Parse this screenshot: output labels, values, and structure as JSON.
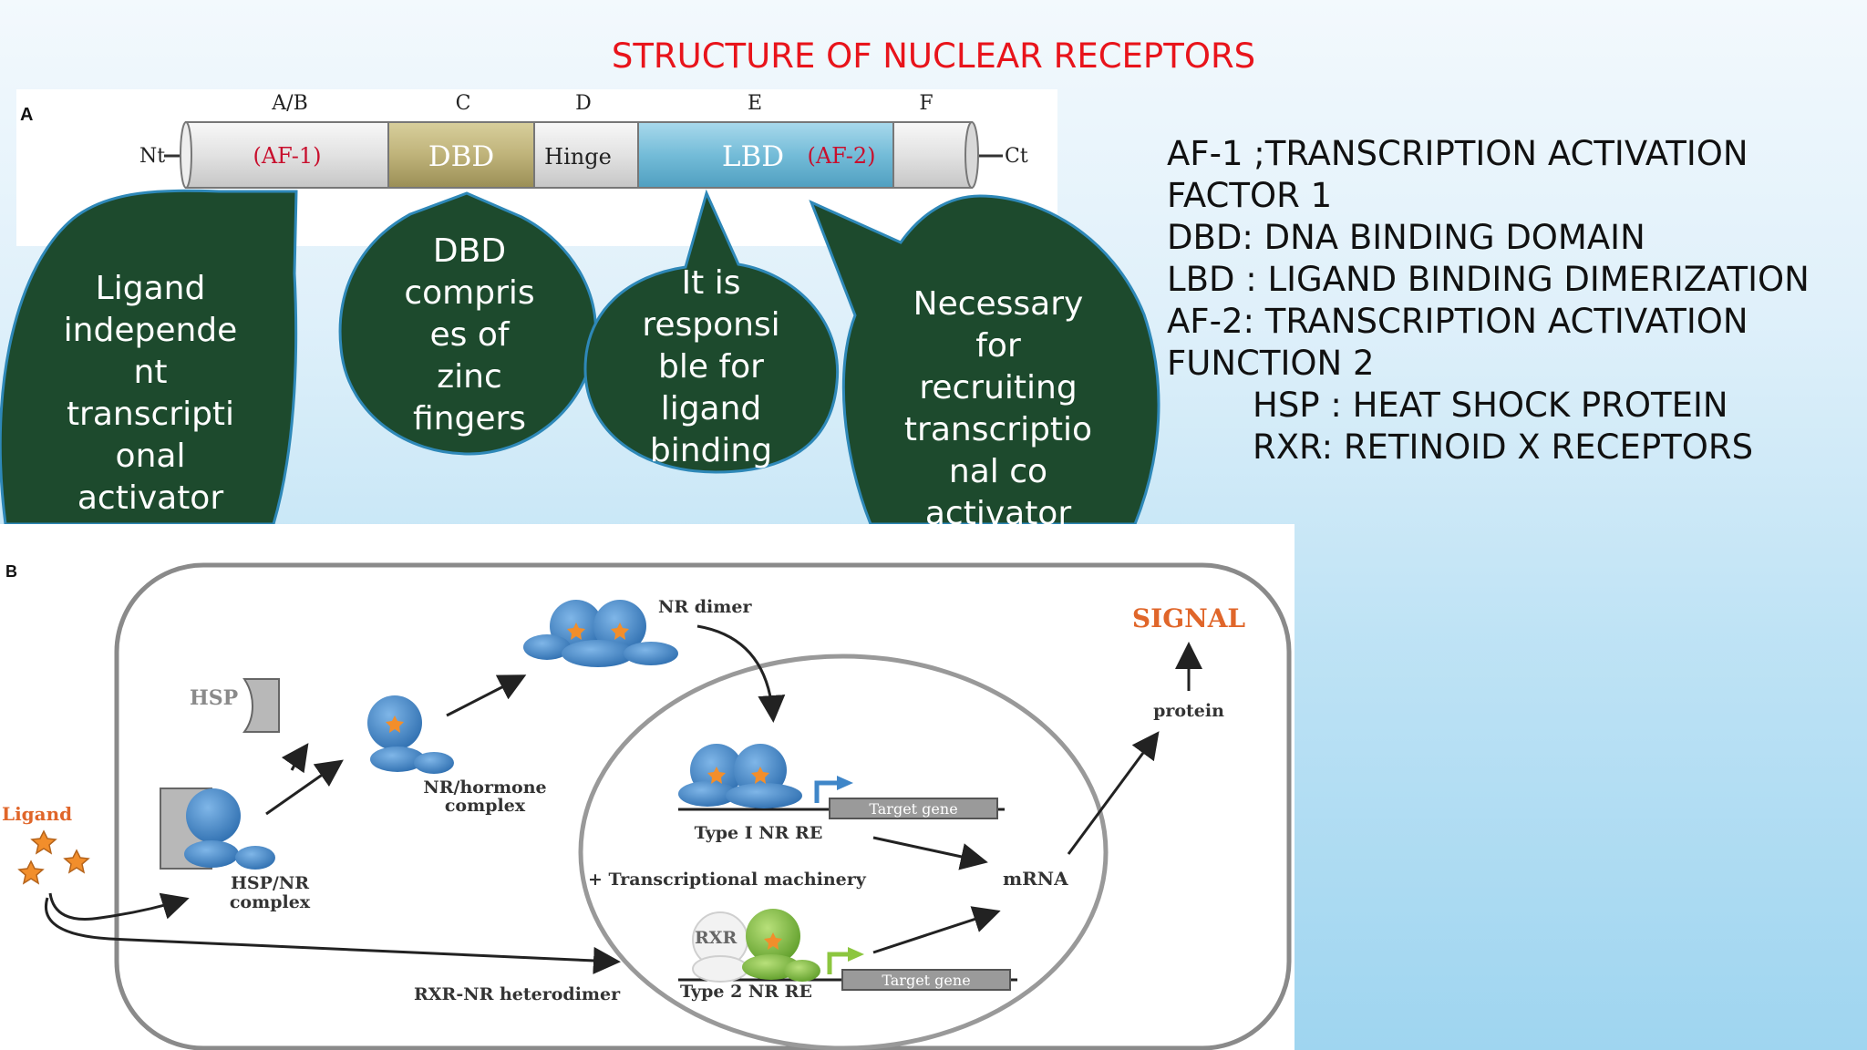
{
  "title": "STRUCTURE OF NUCLEAR RECEPTORS",
  "panel_a": {
    "label": "A",
    "regions": [
      "A/B",
      "C",
      "D",
      "E",
      "F"
    ],
    "nt": "Nt",
    "ct": "Ct",
    "segments": {
      "af1": "(AF-1)",
      "dbd": "DBD",
      "hinge": "Hinge",
      "lbd": "LBD",
      "af2": "(AF-2)"
    },
    "colors": {
      "grey": "#e2e2e2",
      "dbd": "#bfb37a",
      "lbd": "#74bcd8",
      "af_text": "#c8102e"
    }
  },
  "callouts": {
    "af1": [
      "Ligand",
      "independe",
      "nt",
      "transcripti",
      "onal",
      "activator"
    ],
    "dbd": [
      "DBD",
      "compris",
      "es of",
      "zinc",
      "fingers"
    ],
    "lbd": [
      "It is",
      "responsi",
      "ble for",
      "ligand",
      "binding"
    ],
    "af2": [
      "Necessary",
      "for",
      "recruiting",
      "transcriptio",
      "nal co",
      "activator"
    ],
    "fill": "#1d4a2d",
    "stroke": "#2e88b8"
  },
  "legend": {
    "lines": [
      "AF-1 ;TRANSCRIPTION ACTIVATION",
      "FACTOR 1",
      "DBD: DNA BINDING DOMAIN",
      "LBD : LIGAND BINDING DIMERIZATION",
      "AF-2: TRANSCRIPTION ACTIVATION",
      "FUNCTION 2"
    ],
    "indented": [
      "HSP : HEAT SHOCK PROTEIN",
      "RXR: RETINOID X RECEPTORS"
    ]
  },
  "panel_b": {
    "label": "B",
    "ligand": "Ligand",
    "hsp": "HSP",
    "hsp_nr": [
      "HSP/NR",
      "complex"
    ],
    "nr_hormone": [
      "NR/hormone",
      "complex"
    ],
    "nr_dimer": "NR dimer",
    "type1": "Type I NR RE",
    "target_gene": "Target gene",
    "transcriptional": "+ Transcriptional machinery",
    "mrna": "mRNA",
    "rxr": "RXR",
    "type2": "Type 2 NR RE",
    "heterodimer": "RXR-NR heterodimer",
    "protein": "protein",
    "signal": "SIGNAL",
    "colors": {
      "receptor": "#3f86c8",
      "rxr": "#8cc63f",
      "star": "#f28e2b",
      "signal": "#e0662a"
    }
  }
}
